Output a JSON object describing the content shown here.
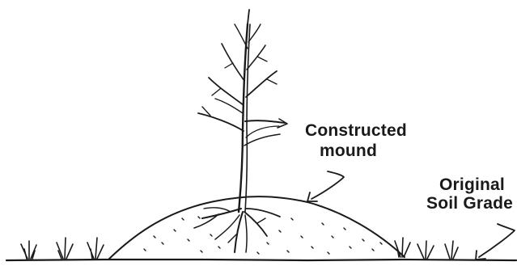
{
  "labels": {
    "mound_line1": "Constructed",
    "mound_line2": "mound",
    "grade_line1": "Original",
    "grade_line2": "Soil Grade"
  },
  "icons": [
    "tree-sapling-icon",
    "grass-tuft-icon",
    "pointer-arrow-icon"
  ],
  "colors": {
    "ink": "#1a1a1a",
    "paper": "#ffffff"
  }
}
